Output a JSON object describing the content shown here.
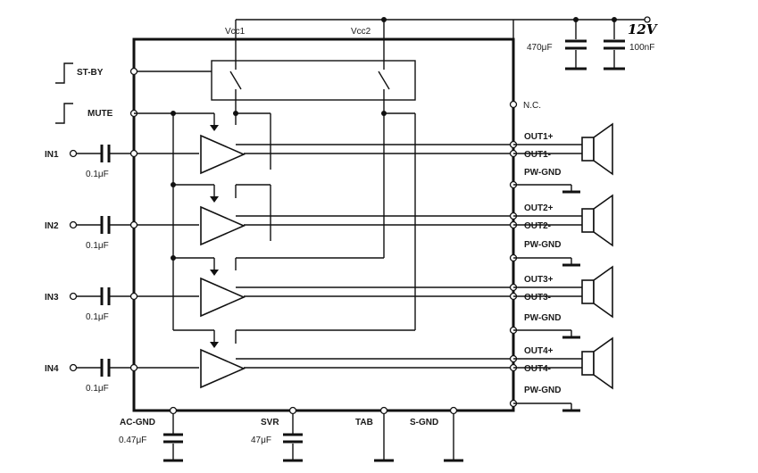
{
  "supply": {
    "vcc1": "Vcc1",
    "vcc2": "Vcc2",
    "voltage": "12V",
    "cap_bulk": "470μF",
    "cap_bypass": "100nF"
  },
  "control": {
    "standby": "ST-BY",
    "mute": "MUTE",
    "nc": "N.C."
  },
  "inputs": [
    {
      "pin": "IN1",
      "cap": "0.1μF"
    },
    {
      "pin": "IN2",
      "cap": "0.1μF"
    },
    {
      "pin": "IN3",
      "cap": "0.1μF"
    },
    {
      "pin": "IN4",
      "cap": "0.1μF"
    }
  ],
  "outputs": [
    {
      "plus": "OUT1+",
      "minus": "OUT1-",
      "gnd": "PW-GND"
    },
    {
      "plus": "OUT2+",
      "minus": "OUT2-",
      "gnd": "PW-GND"
    },
    {
      "plus": "OUT3+",
      "minus": "OUT3-",
      "gnd": "PW-GND"
    },
    {
      "plus": "OUT4+",
      "minus": "OUT4-",
      "gnd": "PW-GND"
    }
  ],
  "bottom": {
    "acgnd": "AC-GND",
    "acgnd_cap": "0.47μF",
    "svr": "SVR",
    "svr_cap": "47μF",
    "tab": "TAB",
    "sgnd": "S-GND"
  }
}
